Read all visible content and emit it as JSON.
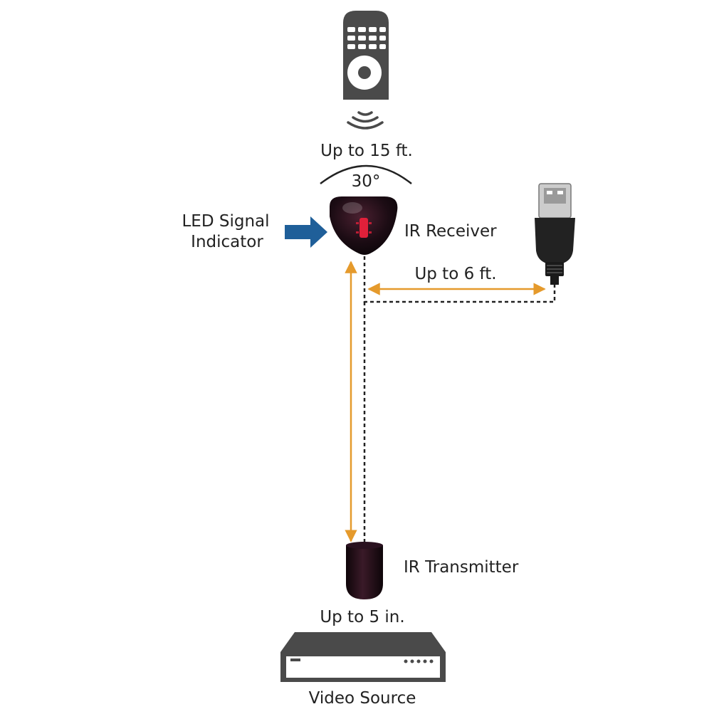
{
  "labels": {
    "remote_range": "Up to 15 ft.",
    "angle": "30°",
    "led_indicator_line1": "LED Signal",
    "led_indicator_line2": "Indicator",
    "ir_receiver": "IR Receiver",
    "usb_range": "Up to 6 ft.",
    "ir_transmitter": "IR Transmitter",
    "transmitter_range": "Up to 5 in.",
    "video_source": "Video Source"
  },
  "colors": {
    "device_gray": "#4a4a4a",
    "arrow_blue": "#1f5f99",
    "dimension_orange": "#e59a2c",
    "led_red": "#e0203a",
    "cable_dark": "#222222"
  },
  "icons": {
    "remote": "remote-control-icon",
    "signal": "ir-signal-waves-icon",
    "receiver": "ir-receiver-icon",
    "usb": "usb-plug-icon",
    "transmitter": "ir-transmitter-icon",
    "video_source": "video-source-box-icon"
  }
}
